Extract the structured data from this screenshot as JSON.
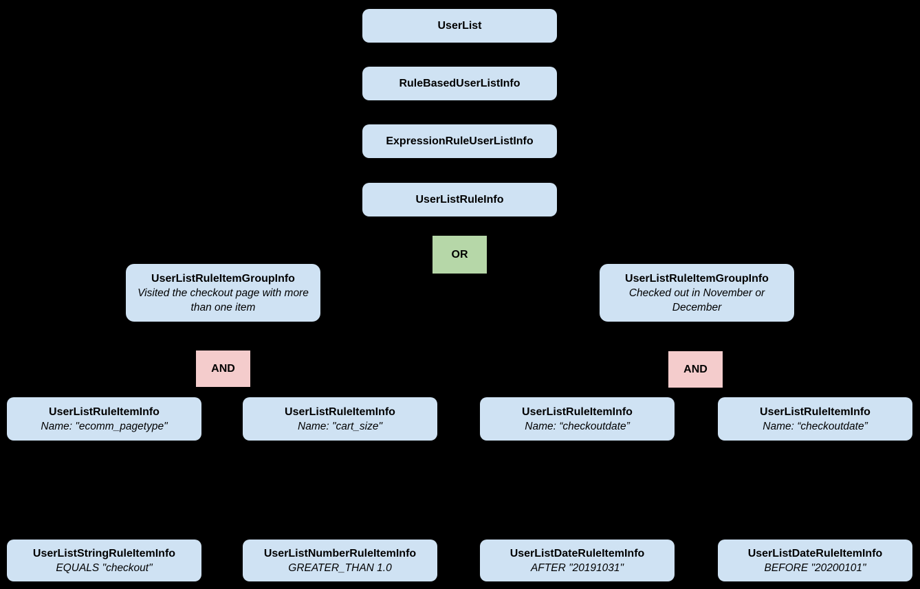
{
  "diagram": {
    "background_color": "#000000",
    "node_fill_color": "#cfe2f3",
    "or_fill_color": "#b6d7a8",
    "and_fill_color": "#f4cccc",
    "text_color": "#000000",
    "chain": [
      {
        "label": "UserList"
      },
      {
        "label": "RuleBasedUserListInfo"
      },
      {
        "label": "ExpressionRuleUserListInfo"
      },
      {
        "label": "UserListRuleInfo"
      }
    ],
    "or_operator": {
      "label": "OR"
    },
    "and_operators": [
      {
        "label": "AND"
      },
      {
        "label": "AND"
      }
    ],
    "groups": [
      {
        "title": "UserListRuleItemGroupInfo",
        "description": "Visited the checkout page with more than one item"
      },
      {
        "title": "UserListRuleItemGroupInfo",
        "description": "Checked out in November or December"
      }
    ],
    "rule_items": [
      {
        "title": "UserListRuleItemInfo",
        "subtitle": "Name: \"ecomm_pagetype\""
      },
      {
        "title": "UserListRuleItemInfo",
        "subtitle": "Name: \"cart_size\""
      },
      {
        "title": "UserListRuleItemInfo",
        "subtitle": "Name: “checkoutdate”"
      },
      {
        "title": "UserListRuleItemInfo",
        "subtitle": "Name: “checkoutdate”"
      }
    ],
    "operand_items": [
      {
        "title": "UserListStringRuleItemInfo",
        "subtitle": "EQUALS \"checkout\""
      },
      {
        "title": "UserListNumberRuleItemInfo",
        "subtitle": "GREATER_THAN 1.0"
      },
      {
        "title": "UserListDateRuleItemInfo",
        "subtitle": "AFTER \"20191031\""
      },
      {
        "title": "UserListDateRuleItemInfo",
        "subtitle": "BEFORE \"20200101\""
      }
    ]
  }
}
